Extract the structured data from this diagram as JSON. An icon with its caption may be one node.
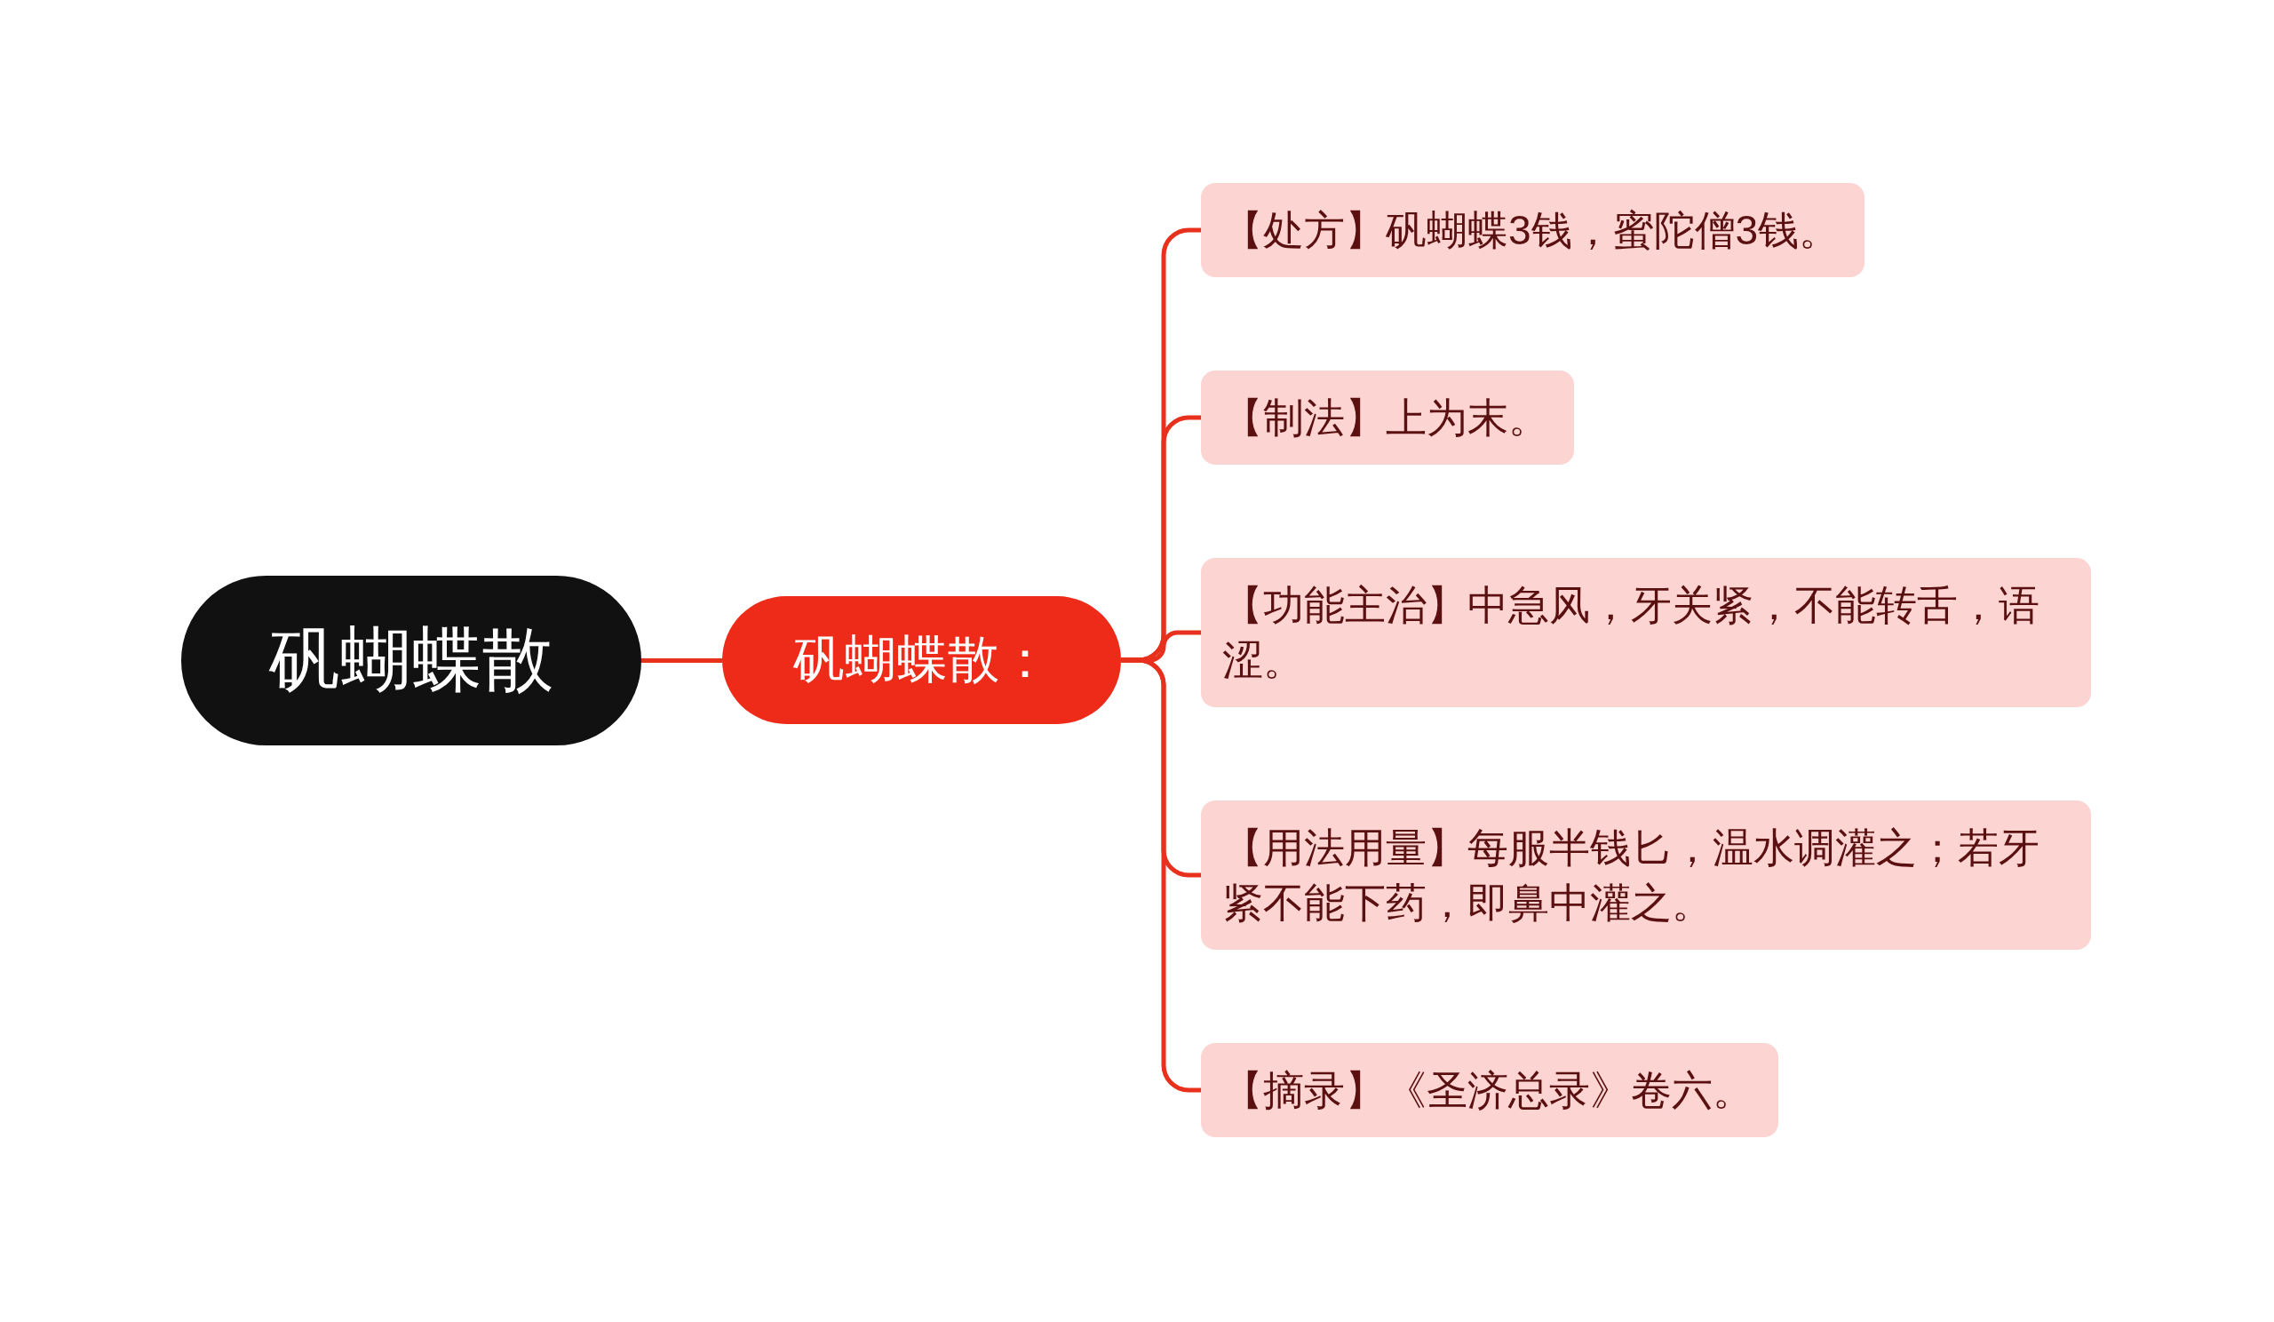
{
  "diagram": {
    "nodes": [
      {
        "text": [
          "矾蝴蝶散"
        ]
      },
      {
        "text": [
          "矾蝴蝶散："
        ]
      },
      {
        "text": [
          "【处方】矾蝴蝶3钱，蜜陀僧3钱。"
        ]
      },
      {
        "text": [
          "【制法】上为末。"
        ]
      },
      {
        "text": [
          "【功能主治】中急风，牙关紧，不能转舌，语涩。"
        ]
      },
      {
        "text": [
          "【用法用量】每服半钱匕，温水调灌之；若牙紧不能下药，即鼻中灌之。"
        ]
      },
      {
        "text": [
          "【摘录】《圣济总录》卷六。"
        ]
      }
    ],
    "edges": [
      {
        "from": 0,
        "to": 1,
        "arrow": "none"
      },
      {
        "from": 1,
        "to": 2,
        "arrow": "none"
      },
      {
        "from": 1,
        "to": 3,
        "arrow": "none"
      },
      {
        "from": 1,
        "to": 4,
        "arrow": "none"
      },
      {
        "from": 1,
        "to": 5,
        "arrow": "none"
      },
      {
        "from": 1,
        "to": 6,
        "arrow": "none"
      }
    ]
  }
}
